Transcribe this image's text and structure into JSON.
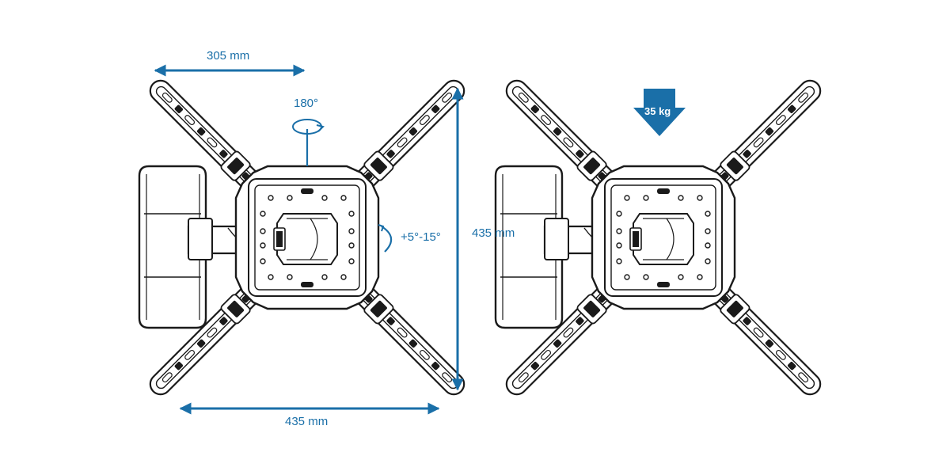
{
  "labels": {
    "top_width": "305 mm",
    "swivel": "180°",
    "tilt": "+5°-15°",
    "height": "435 mm",
    "bottom_width": "435 mm",
    "load": "35 kg"
  },
  "colors": {
    "accent": "#1a6fa8",
    "line": "#1a1a1a",
    "fill": "#ffffff"
  },
  "icons": [
    "double-arrow-icon",
    "rotate-icon",
    "tilt-arc-icon",
    "down-arrow-icon"
  ]
}
